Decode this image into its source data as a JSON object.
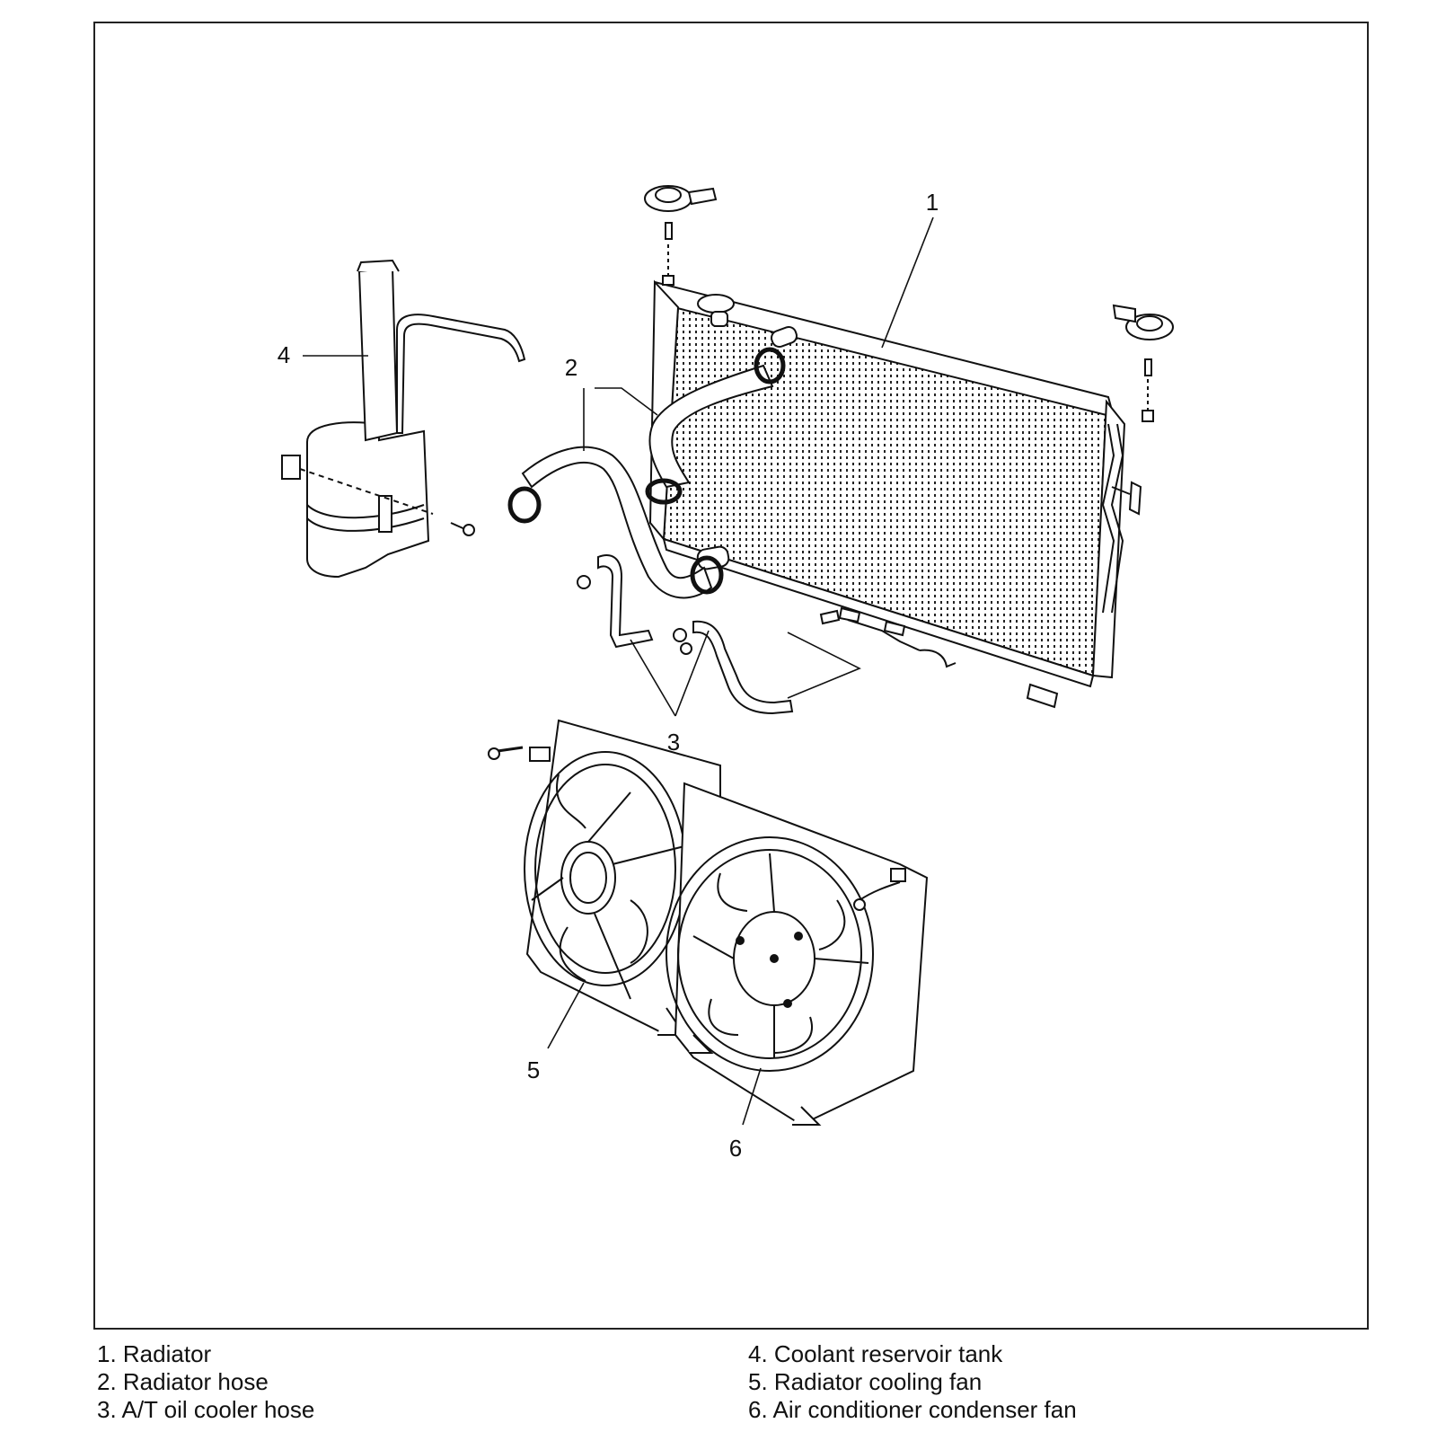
{
  "diagram": {
    "callouts": [
      {
        "id": "1",
        "text": "1"
      },
      {
        "id": "2",
        "text": "2"
      },
      {
        "id": "3",
        "text": "3"
      },
      {
        "id": "4",
        "text": "4"
      },
      {
        "id": "5",
        "text": "5"
      },
      {
        "id": "6",
        "text": "6"
      }
    ]
  },
  "legend": {
    "left": [
      {
        "text": "1. Radiator"
      },
      {
        "text": "2. Radiator hose"
      },
      {
        "text": "3. A/T oil cooler hose"
      }
    ],
    "right": [
      {
        "text": "4. Coolant reservoir tank"
      },
      {
        "text": "5. Radiator cooling fan"
      },
      {
        "text": "6. Air conditioner condenser fan"
      }
    ]
  }
}
